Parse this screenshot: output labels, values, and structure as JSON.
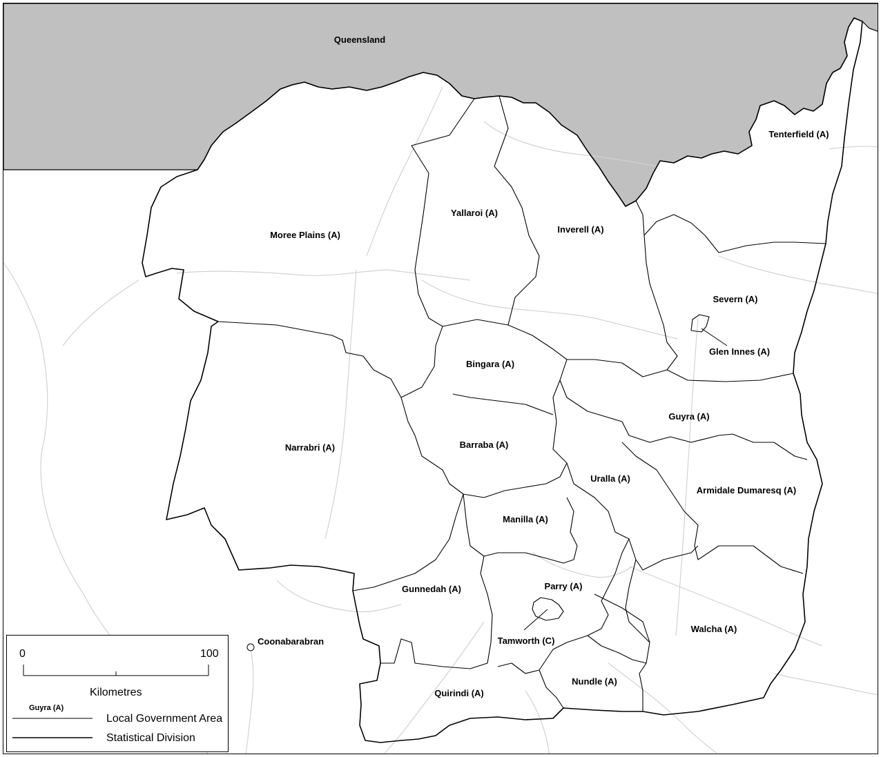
{
  "map": {
    "region_label": "Queensland",
    "lga_labels": [
      {
        "id": "moree-plains",
        "text": "Moree Plains (A)"
      },
      {
        "id": "yallaroi",
        "text": "Yallaroi (A)"
      },
      {
        "id": "inverell",
        "text": "Inverell (A)"
      },
      {
        "id": "tenterfield",
        "text": "Tenterfield (A)"
      },
      {
        "id": "severn",
        "text": "Severn (A)"
      },
      {
        "id": "glen-innes",
        "text": "Glen Innes (A)"
      },
      {
        "id": "bingara",
        "text": "Bingara (A)"
      },
      {
        "id": "narrabri",
        "text": "Narrabri (A)"
      },
      {
        "id": "barraba",
        "text": "Barraba (A)"
      },
      {
        "id": "guyra",
        "text": "Guyra (A)"
      },
      {
        "id": "uralla",
        "text": "Uralla (A)"
      },
      {
        "id": "armidale-dumaresq",
        "text": "Armidale Dumaresq (A)"
      },
      {
        "id": "manilla",
        "text": "Manilla (A)"
      },
      {
        "id": "gunnedah",
        "text": "Gunnedah (A)"
      },
      {
        "id": "parry",
        "text": "Parry (A)"
      },
      {
        "id": "tamworth",
        "text": "Tamworth (C)"
      },
      {
        "id": "walcha",
        "text": "Walcha (A)"
      },
      {
        "id": "nundle",
        "text": "Nundle (A)"
      },
      {
        "id": "quirindi",
        "text": "Quirindi (A)"
      }
    ],
    "town_label": "Coonabarabran"
  },
  "legend": {
    "scale_start": "0",
    "scale_end": "100",
    "scale_unit": "Kilometres",
    "sample_lga_name": "Guyra (A)",
    "lga_text": "Local Government Area",
    "sd_text": "Statistical Division"
  },
  "colors": {
    "queensland_fill": "#c0c0c0",
    "road": "#d2d2d2",
    "border": "#000000"
  }
}
